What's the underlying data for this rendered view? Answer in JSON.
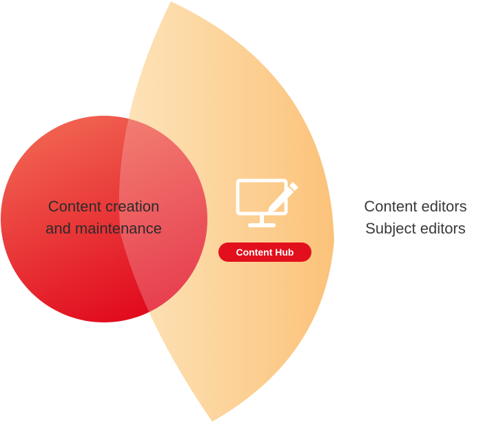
{
  "diagram": {
    "circle": {
      "label_line1": "Content creation",
      "label_line2": "and maintenance",
      "color_light": "#f0604f",
      "color_dark": "#e10a1e"
    },
    "segment": {
      "color_light": "#fde2b5",
      "color_dark": "#fbbd6e"
    },
    "hub": {
      "icon": "monitor-edit-icon",
      "badge_label": "Content Hub",
      "badge_color": "#e2101c"
    },
    "roles": [
      "Content editors",
      "Subject editors"
    ]
  }
}
